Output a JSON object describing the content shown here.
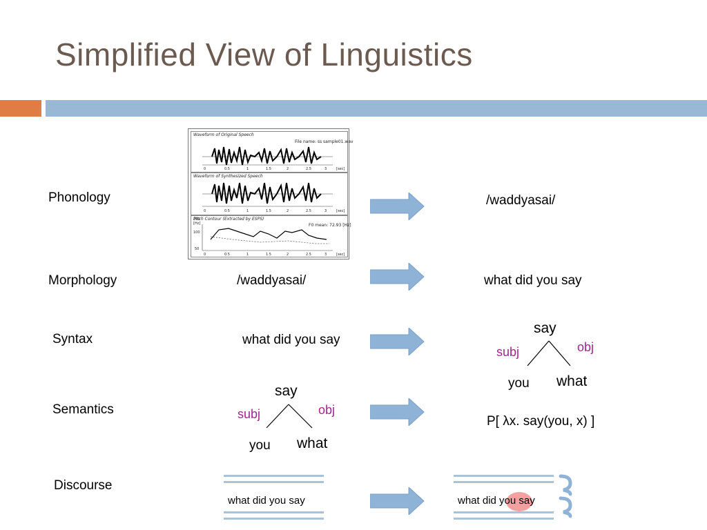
{
  "title": "Simplified View of Linguistics",
  "rows": {
    "phonology": {
      "label": "Phonology",
      "output": "/waddyasai/"
    },
    "morphology": {
      "label": "Morphology",
      "input": "/waddyasai/",
      "output": "what did you say"
    },
    "syntax": {
      "label": "Syntax",
      "input": "what did you say"
    },
    "semantics": {
      "label": "Semantics",
      "output": "P[ λx. say(you, x) ]"
    },
    "discourse": {
      "label": "Discourse",
      "input": "what did you say",
      "output_before": "what did",
      "output_highlight": "you",
      "output_after": "say"
    }
  },
  "tree": {
    "root": "say",
    "subj_label": "subj",
    "obj_label": "obj",
    "subj": "you",
    "obj": "what"
  },
  "spectrogram": {
    "panel1_caption": "Waveform of Original Speech",
    "panel2_caption": "Waveform of Synthesized Speech",
    "panel3_caption": "Pitch Contour (Extracted by ESPS)",
    "file_label": "File name: ss sample01.wav",
    "pitch_label": "F0 mean: 72.93 [Hz]",
    "x_ticks": [
      "0",
      "0.5",
      "1",
      "1.5",
      "2",
      "2.5",
      "3"
    ],
    "x_unit": "[sec]",
    "y_ticks": [
      "200",
      "100",
      "50"
    ],
    "y_unit": "[Hz]"
  },
  "colors": {
    "title": "#6b5a4f",
    "accent_orange": "#e07d44",
    "accent_blue": "#98b8d6",
    "role_label": "#a0268e",
    "arrow": "#8fb3d6",
    "highlight": "#f4a0a0"
  }
}
